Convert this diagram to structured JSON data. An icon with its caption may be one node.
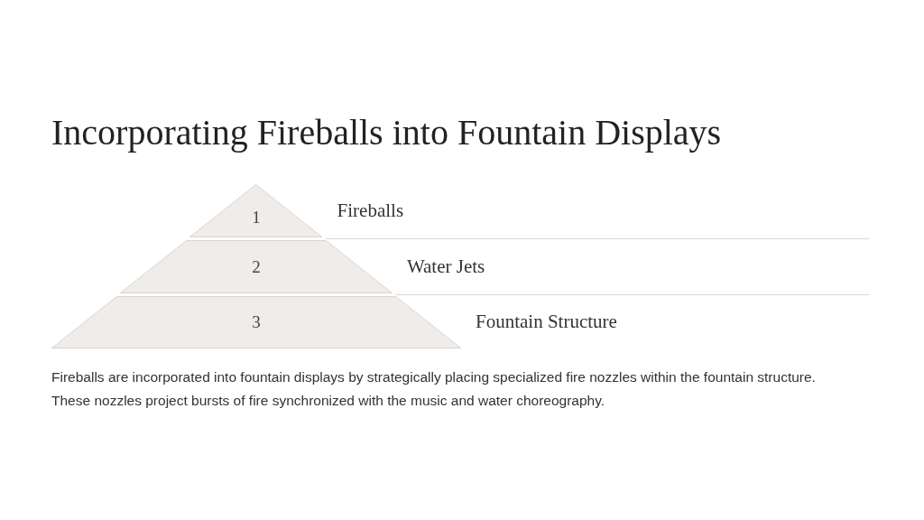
{
  "diagram": {
    "title": "Incorporating Fireballs into Fountain Displays",
    "nodes": [
      {
        "text": [
          "1"
        ],
        "beside": [
          "Fireballs"
        ]
      },
      {
        "text": [
          "2"
        ],
        "beside": [
          "Water Jets"
        ]
      },
      {
        "text": [
          "3"
        ],
        "beside": [
          "Fountain Structure"
        ]
      }
    ],
    "caption": "Fireballs are incorporated into fountain displays by strategically placing specialized fire nozzles within the fountain structure. These nozzles project bursts of fire synchronized with the music and water choreography."
  }
}
